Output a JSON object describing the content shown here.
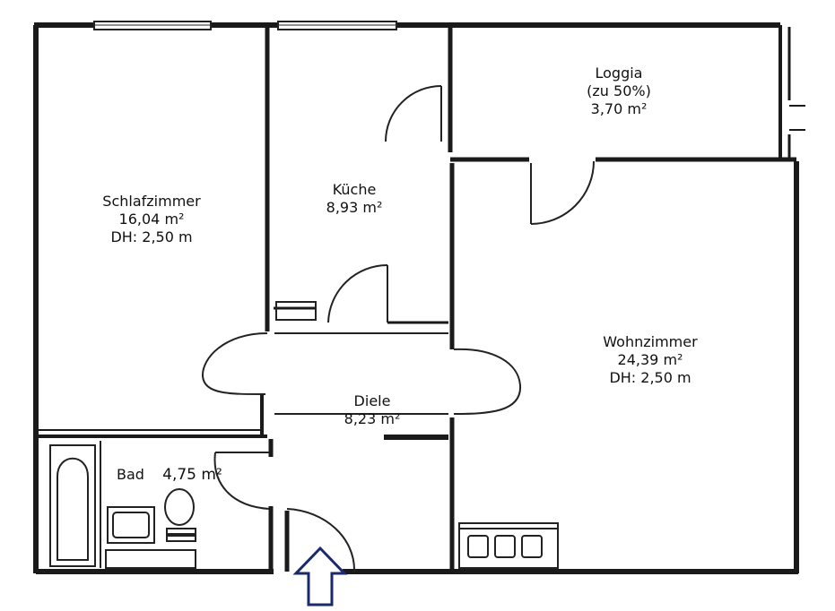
{
  "rooms": {
    "schlafzimmer": {
      "name": "Schlafzimmer",
      "area": "16,04 m²",
      "height": "DH: 2,50 m"
    },
    "kueche": {
      "name": "Küche",
      "area": "8,93 m²"
    },
    "loggia": {
      "name": "Loggia",
      "note": "(zu 50%)",
      "area": "3,70 m²"
    },
    "wohnzimmer": {
      "name": "Wohnzimmer",
      "area": "24,39 m²",
      "height": "DH: 2,50 m"
    },
    "diele": {
      "name": "Diele",
      "area": "8,23 m²"
    },
    "bad": {
      "name": "Bad",
      "area": "4,75 m²"
    }
  },
  "entrance": {
    "icon": "entrance-arrow-icon",
    "color": "#1a2a6c"
  }
}
